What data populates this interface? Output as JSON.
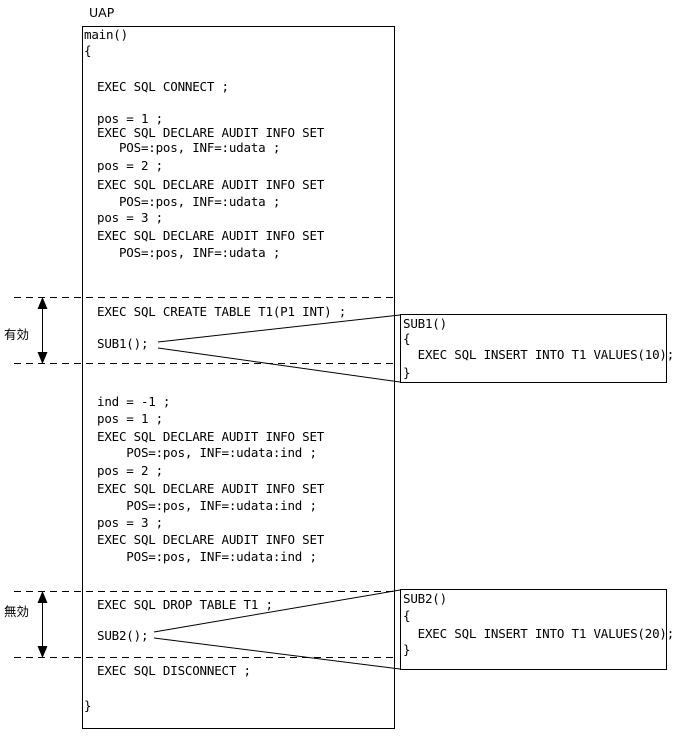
{
  "title": "UAP",
  "main_code": {
    "header": [
      "main()",
      "{"
    ],
    "connect": "EXEC SQL CONNECT ;",
    "block1": [
      "pos = 1 ;",
      "EXEC SQL DECLARE AUDIT INFO SET",
      "   POS=:pos, INF=:udata ;",
      "pos = 2 ;",
      "EXEC SQL DECLARE AUDIT INFO SET",
      "   POS=:pos, INF=:udata ;",
      "pos = 3 ;",
      "EXEC SQL DECLARE AUDIT INFO SET",
      "   POS=:pos, INF=:udata ;"
    ],
    "create": "EXEC SQL CREATE TABLE T1(P1 INT) ;",
    "sub1_call": "SUB1();",
    "block2": [
      "ind = -1 ;",
      "pos = 1 ;",
      "EXEC SQL DECLARE AUDIT INFO SET",
      "    POS=:pos, INF=:udata:ind ;",
      "pos = 2 ;",
      "EXEC SQL DECLARE AUDIT INFO SET",
      "    POS=:pos, INF=:udata:ind ;",
      "pos = 3 ;",
      "EXEC SQL DECLARE AUDIT INFO SET",
      "    POS=:pos, INF=:udata:ind ;"
    ],
    "drop": "EXEC SQL DROP TABLE T1 ;",
    "sub2_call": "SUB2();",
    "disconnect": "EXEC SQL DISCONNECT ;",
    "closing": "}"
  },
  "sub1_box": [
    "SUB1()",
    "{",
    "  EXEC SQL INSERT INTO T1 VALUES(10);",
    "}"
  ],
  "sub2_box": [
    "SUB2()",
    "{",
    "  EXEC SQL INSERT INTO T1 VALUES(20);",
    "}"
  ],
  "range_labels": {
    "valid": "有効",
    "invalid": "無効"
  }
}
